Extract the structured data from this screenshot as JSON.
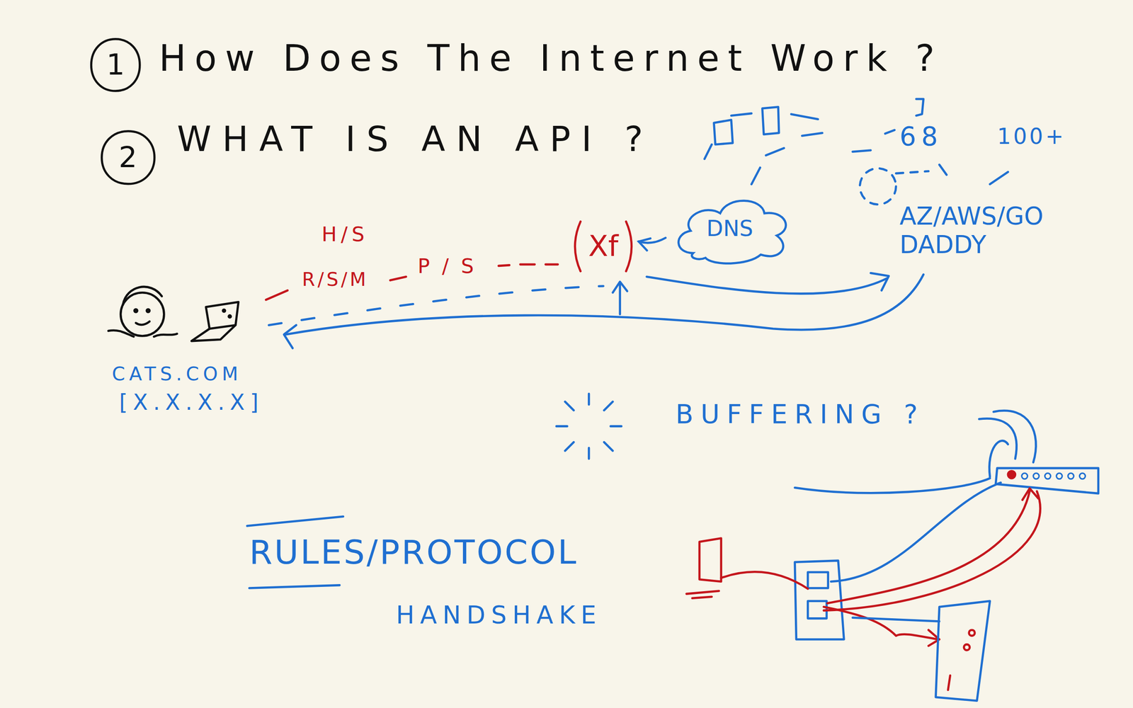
{
  "diagram": {
    "nodes": [
      {
        "text": [
          "1"
        ]
      },
      {
        "text": [
          "2"
        ]
      },
      {
        "text": [
          "Xf"
        ]
      },
      {
        "text": [
          "DNS"
        ]
      }
    ],
    "edges": [
      {
        "from": 3,
        "to": 2,
        "arrow": "to"
      }
    ],
    "labels": [
      "How Does The Internet Work ?",
      "WHAT IS AN API ?",
      "H/S",
      "R/S/M",
      "P/S",
      "68",
      "100+",
      "AZ/AWS/GO DADDY",
      "CATS.COM",
      "[X.X.X.X]",
      "BUFFERING ?",
      "RULES/PROTOCOL",
      "HANDSHAKE"
    ]
  }
}
